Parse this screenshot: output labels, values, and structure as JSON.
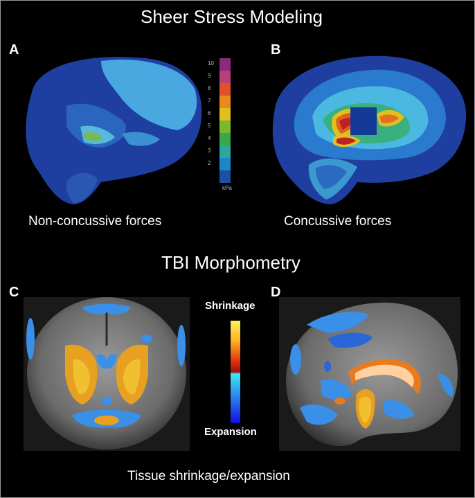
{
  "titles": {
    "top": "Sheer Stress Modeling",
    "middle": "TBI Morphometry"
  },
  "panels": {
    "a": {
      "letter": "A",
      "caption": "Non-concussive forces"
    },
    "b": {
      "letter": "B",
      "caption": "Concussive forces"
    },
    "c": {
      "letter": "C"
    },
    "d": {
      "letter": "D"
    }
  },
  "stress_scale": {
    "ticks": [
      "10",
      "9",
      "8",
      "7",
      "6",
      "5",
      "4",
      "3",
      "2"
    ],
    "unit": "kPa",
    "colors": [
      "#8a2a7a",
      "#b8407a",
      "#e0502a",
      "#e88a20",
      "#e0c020",
      "#7ab830",
      "#3aa84a",
      "#2aa8a0",
      "#1a88c8",
      "#1a50a8"
    ]
  },
  "morph_legend": {
    "top_label": "Shrinkage",
    "bottom_label": "Expansion",
    "top_color": "#ff9a1a",
    "bottom_color": "#3a8fe8"
  },
  "bottom_caption": "Tissue shrinkage/expansion"
}
